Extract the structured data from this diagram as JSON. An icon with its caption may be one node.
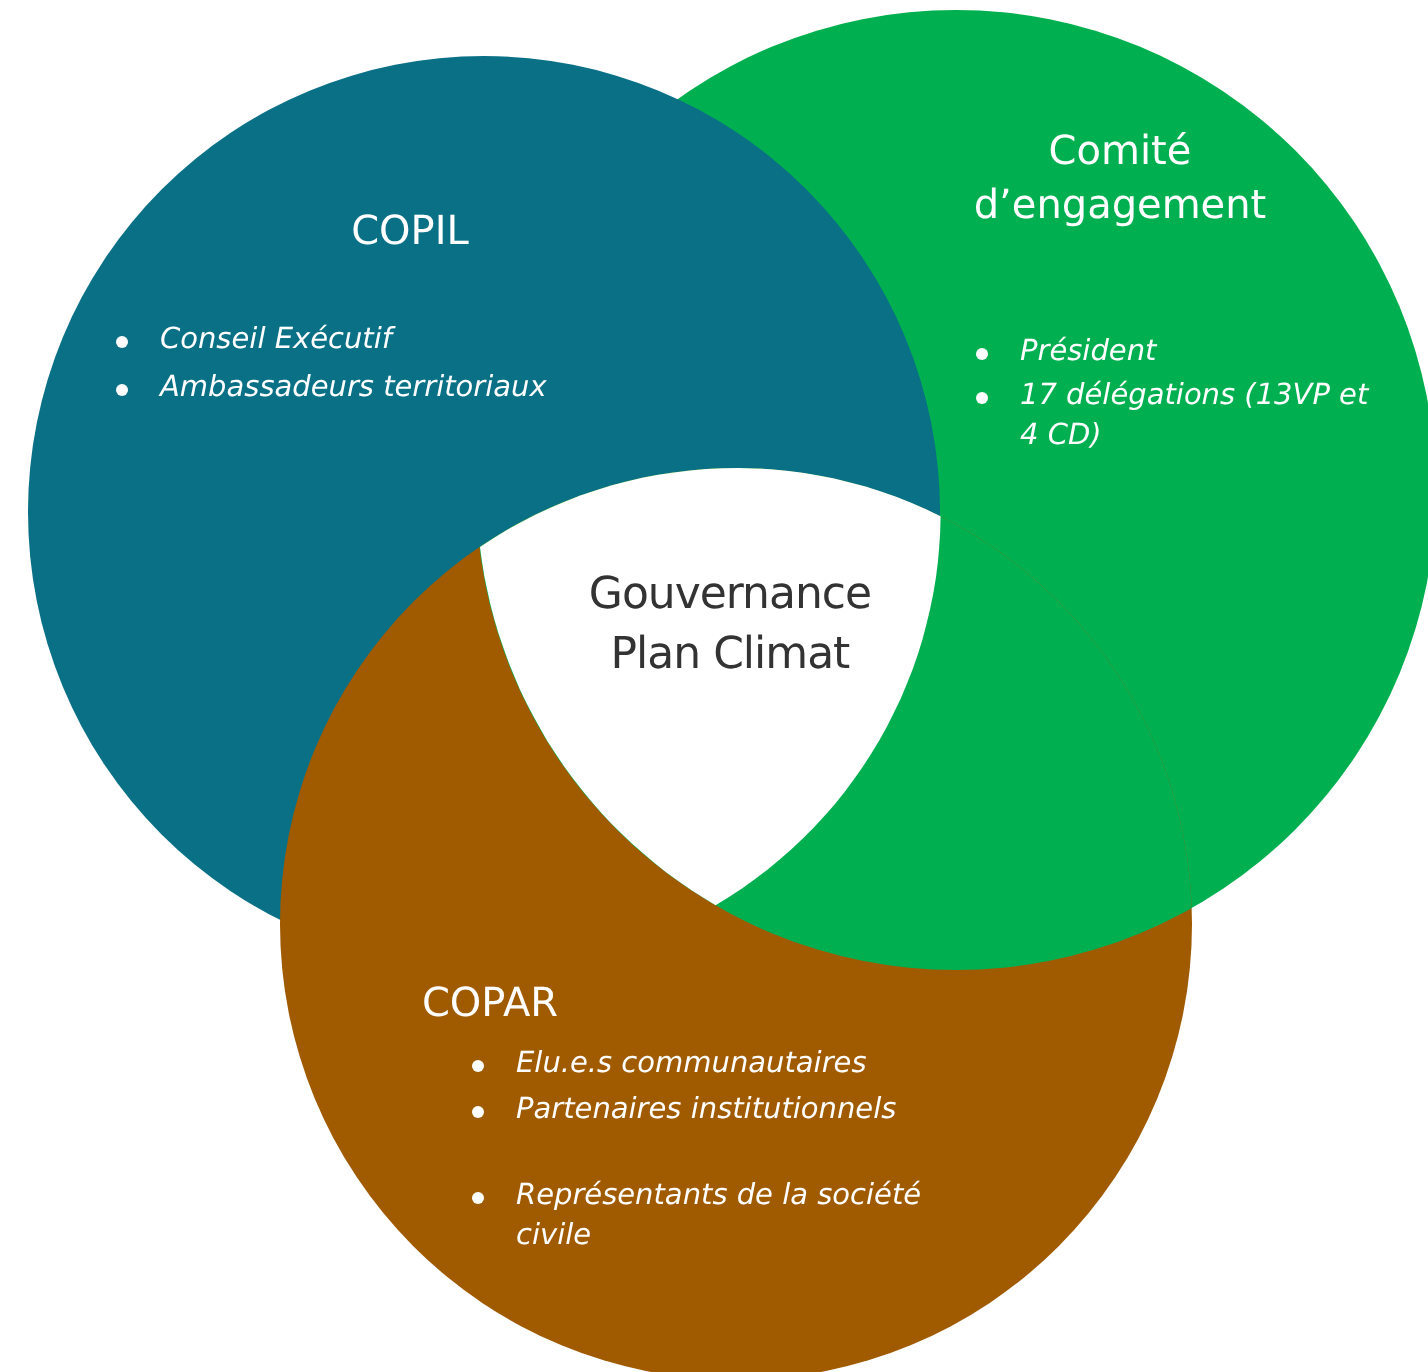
{
  "diagram": {
    "nodes": [
      {
        "text": [
          "COPIL",
          "Conseil Exécutif",
          "Ambassadeurs territoriaux"
        ]
      },
      {
        "text": [
          "Comité d’engagement",
          "Président",
          "17 délégations (13VP et 4 CD)"
        ]
      },
      {
        "text": [
          "Gouvernance Plan Climat"
        ]
      },
      {
        "text": [
          "COPAR",
          "Elu.e.s communautaires",
          "Partenaires institutionnels",
          "Représentants de la société civile"
        ]
      }
    ]
  }
}
